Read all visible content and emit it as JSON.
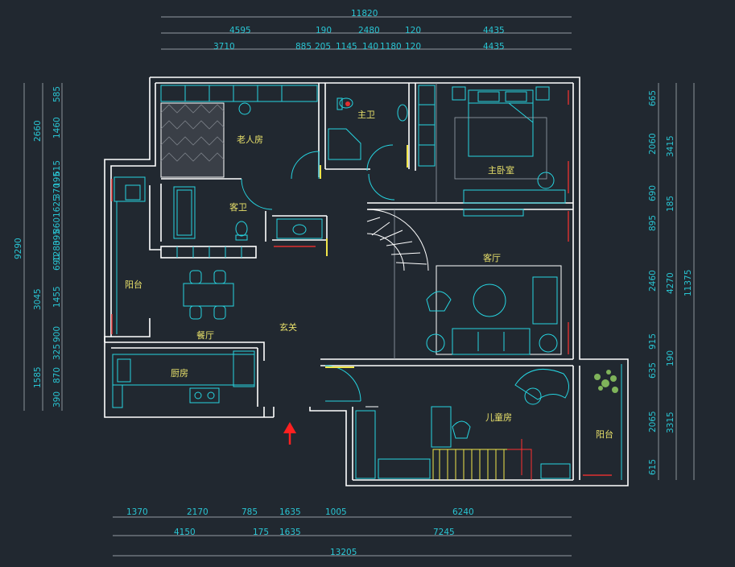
{
  "dimensions": {
    "top_total": "11820",
    "top_row2": [
      "4595",
      "190",
      "2480",
      "120",
      "4435"
    ],
    "top_row3": [
      "3710",
      "885",
      "205",
      "1145",
      "140",
      "1180",
      "120",
      "4435"
    ],
    "bottom_row1": [
      "1370",
      "2170",
      "785",
      "1635",
      "1005",
      "6240"
    ],
    "bottom_row2": [
      "4150",
      "175",
      "1635",
      "7245"
    ],
    "bottom_total": "13205",
    "left_total": "9290",
    "left_col1": [
      "2660",
      "3045",
      "1585"
    ],
    "left_col2": [
      "585",
      "1460",
      "615",
      "195",
      "370",
      "1625",
      "860",
      "395",
      "1280",
      "690",
      "1455",
      "900",
      "325",
      "870",
      "390"
    ],
    "right_col1": [
      "665",
      "2060",
      "690",
      "895",
      "2460",
      "915",
      "635",
      "2065",
      "615"
    ],
    "right_col2": [
      "3415",
      "185",
      "4270",
      "190",
      "3315"
    ],
    "right_total": "11375"
  },
  "rooms": {
    "elder_room": "老人房",
    "master_bath": "主卫",
    "master_bedroom": "主卧室",
    "guest_bath": "客卫",
    "balcony_left": "阳台",
    "living_room": "客厅",
    "dining_room": "餐厅",
    "foyer": "玄关",
    "kitchen": "厨房",
    "kids_room": "儿童房",
    "balcony_right": "阳台"
  },
  "colors": {
    "background": "#212830",
    "dimension": "#29c5d3",
    "wall": "#ffffff",
    "furniture": "#26d4e0",
    "room_label": "#e8e06a",
    "entry_arrow": "#ff2020"
  }
}
